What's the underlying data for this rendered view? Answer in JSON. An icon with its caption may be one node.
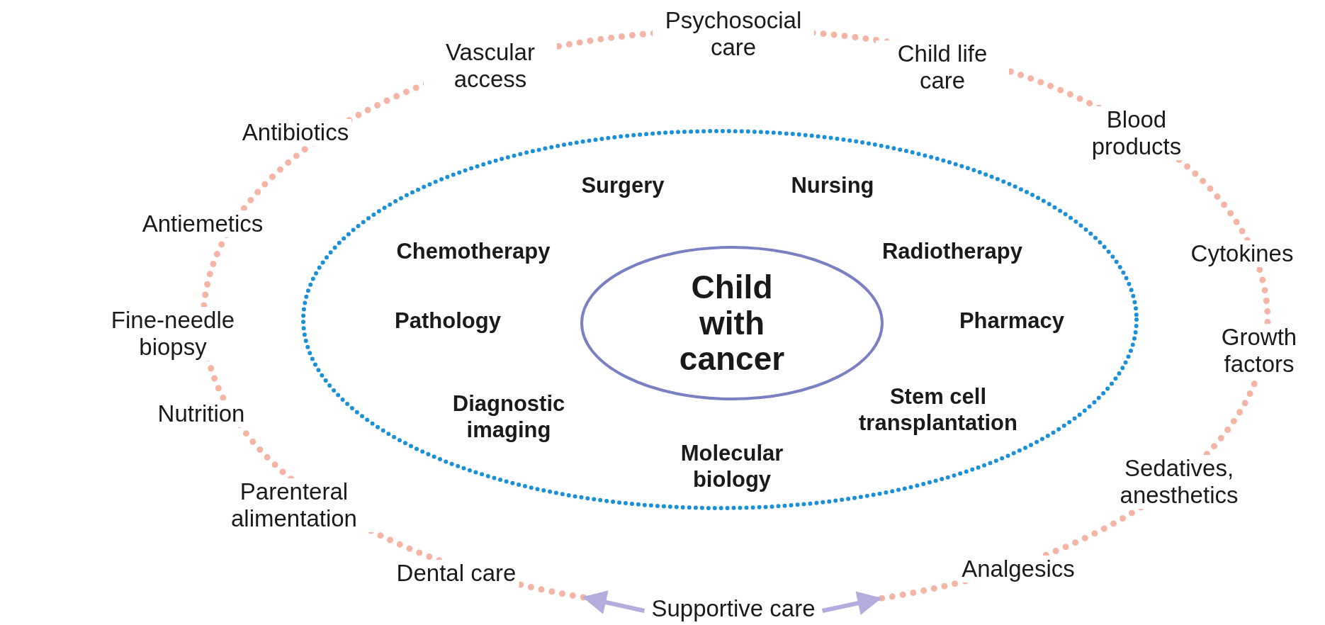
{
  "diagram": {
    "nodes": [
      {
        "text": [],
        "shape": "ellipse"
      },
      {
        "text": [
          "Surgery",
          "Nursing",
          "Chemotherapy",
          "Radiotherapy",
          "Pathology",
          "Pharmacy",
          "Diagnostic imaging",
          "Stem cell transplantation",
          "Molecular biology"
        ],
        "in": 0
      },
      {
        "text": [
          "Child with cancer"
        ],
        "in": 1
      },
      {
        "text": [
          "Supportive care"
        ]
      }
    ],
    "edges": [
      {
        "from": 3,
        "to": 0,
        "arrow": "to"
      },
      {
        "from": 3,
        "to": 0,
        "arrow": "to"
      }
    ],
    "labels": [
      "Psychosocial care",
      "Vascular access",
      "Child life care",
      "Antibiotics",
      "Blood products",
      "Antiemetics",
      "Cytokines",
      "Fine-needle biopsy",
      "Growth factors",
      "Nutrition",
      "Sedatives, anesthetics",
      "Parenteral alimentation",
      "Dental care",
      "Analgesics"
    ]
  }
}
